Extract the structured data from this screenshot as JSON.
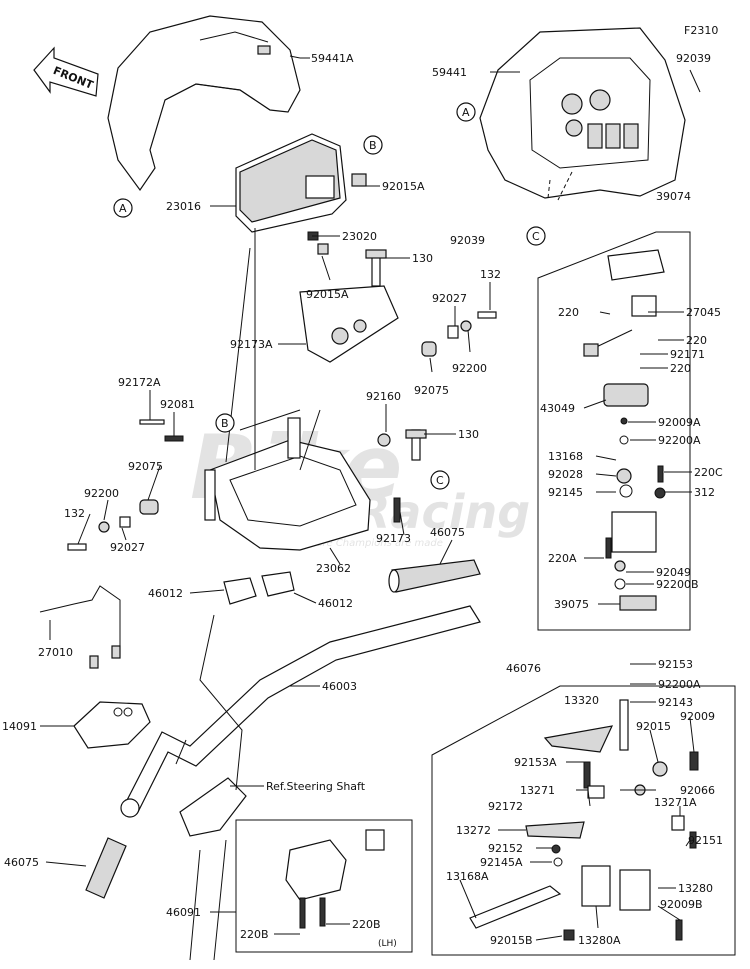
{
  "diagram_code": "F2310",
  "front_label": "FRONT",
  "callouts": {
    "A": "A",
    "B": "B",
    "C": "C"
  },
  "watermark": {
    "line1": "Bike",
    "line2": "Racing",
    "tagline": "Where Champions are made"
  },
  "parts": {
    "p59441A": "59441A",
    "p59441": "59441",
    "p92039_top": "92039",
    "p92039_side": "92039",
    "p23016": "23016",
    "p92015A_1": "92015A",
    "p23020": "23020",
    "p92015A_2": "92015A",
    "p130_1": "130",
    "p132_1": "132",
    "p92027_1": "92027",
    "p92173A": "92173A",
    "p92200_1": "92200",
    "p92075_1": "92075",
    "p92172A": "92172A",
    "p92081": "92081",
    "p92160": "92160",
    "p130_2": "130",
    "p92075_2": "92075",
    "p92200_2": "92200",
    "p132_2": "132",
    "p92027_2": "92027",
    "p92173": "92173",
    "p46075_1": "46075",
    "p23062": "23062",
    "p46012_1": "46012",
    "p46012_2": "46012",
    "p27010": "27010",
    "p46003": "46003",
    "p14091": "14091",
    "p_ref": "Ref.Steering Shaft",
    "p46075_2": "46075",
    "p46091": "46091",
    "p220B_1": "220B",
    "p220B_2": "220B",
    "p_lh": "(LH)",
    "p39074": "39074",
    "p220_1": "220",
    "p27045": "27045",
    "p220_2": "220",
    "p92171": "92171",
    "p220_3": "220",
    "p43049": "43049",
    "p92009A": "92009A",
    "p92200A_1": "92200A",
    "p13168": "13168",
    "p92028": "92028",
    "p220C": "220C",
    "p92145": "92145",
    "p312": "312",
    "p220A": "220A",
    "p92049": "92049",
    "p92200B": "92200B",
    "p39075": "39075",
    "p46076": "46076",
    "p92153": "92153",
    "p92200A_2": "92200A",
    "p13320": "13320",
    "p92143": "92143",
    "p92015": "92015",
    "p92009": "92009",
    "p92153A": "92153A",
    "p92066": "92066",
    "p13271": "13271",
    "p13271A": "13271A",
    "p92172": "92172",
    "p13272": "13272",
    "p92152": "92152",
    "p92151": "92151",
    "p92145A": "92145A",
    "p13168A": "13168A",
    "p13280": "13280",
    "p92009B": "92009B",
    "p92015B": "92015B",
    "p13280A": "13280A"
  }
}
